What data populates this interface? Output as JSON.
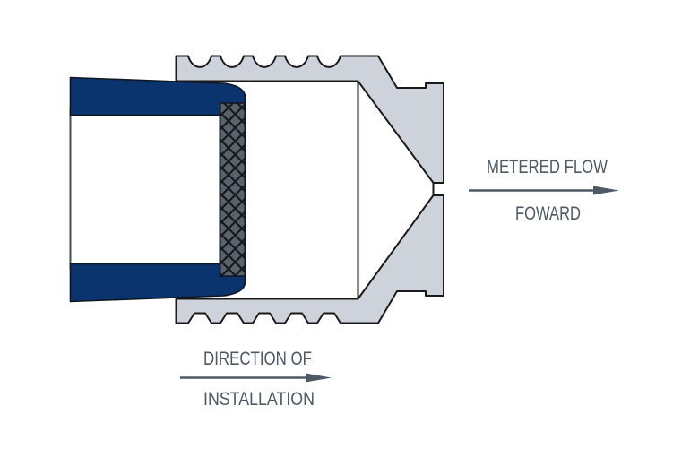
{
  "labels": {
    "flow_line1": "METERED FLOW",
    "flow_line2": "FOWARD",
    "install_line1": "DIRECTION OF",
    "install_line2": "INSTALLATION"
  },
  "arrows": {
    "metered_flow_direction": "right",
    "installation_direction": "right"
  },
  "colors": {
    "background": "#ffffff",
    "fitting_navy": "#0b336d",
    "body_gray": "#ced2da",
    "screen_gray": "#5a626b",
    "outline_dark": "#1a1a1a",
    "label_gray": "#4e5965"
  }
}
